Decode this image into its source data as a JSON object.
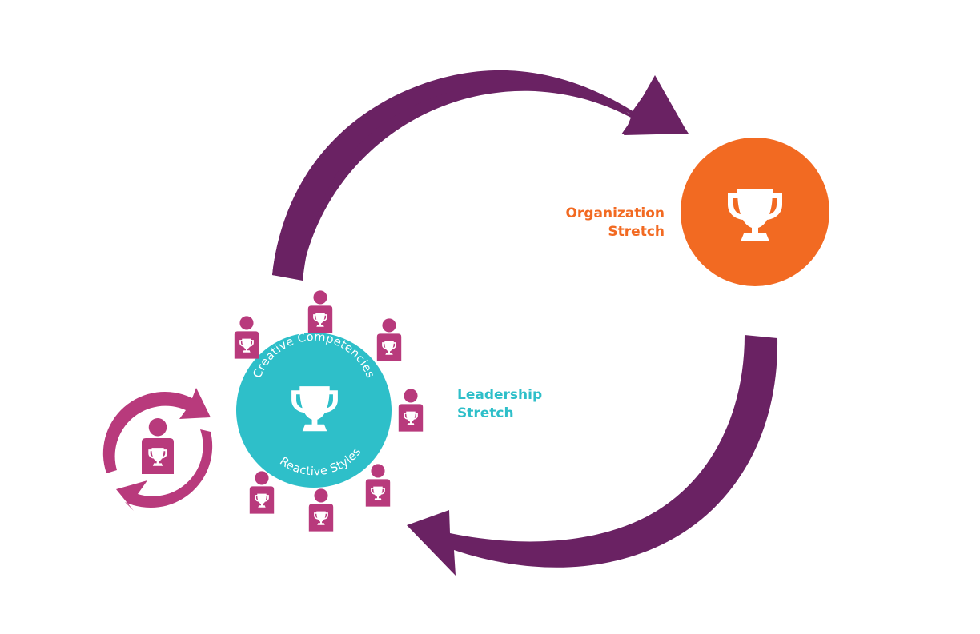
{
  "colors": {
    "cycle_arrow": "#6a2263",
    "organization": "#f26a22",
    "leadership": "#2ebfc9",
    "person": "#b83a7c",
    "background": "#ffffff"
  },
  "labels": {
    "organization_stretch": [
      "Organization",
      "Stretch"
    ],
    "leadership_stretch": [
      "Leadership",
      "Stretch"
    ],
    "ring_top": "Creative Competencies",
    "ring_bottom": "Reactive Styles"
  },
  "icons": {
    "center": "trophy-icon",
    "person": "person-with-trophy-icon",
    "individual_cycle": "refresh-cycle-icon"
  }
}
